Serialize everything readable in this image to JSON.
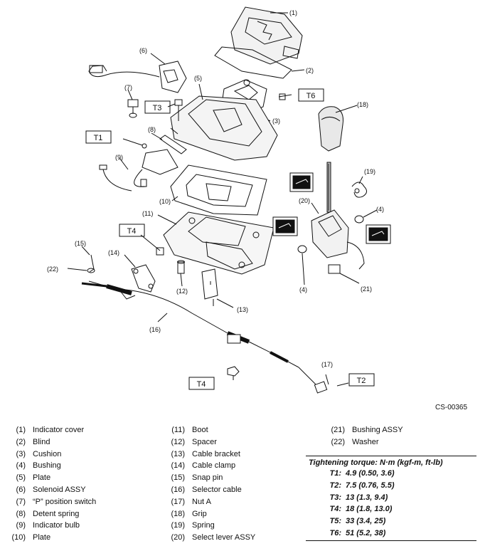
{
  "diagram": {
    "code": "CS-00365",
    "callouts": {
      "c1": "(1)",
      "c2": "(2)",
      "c3": "(3)",
      "c4a": "(4)",
      "c4b": "(4)",
      "c5": "(5)",
      "c6": "(6)",
      "c7": "(7)",
      "c8": "(8)",
      "c9": "(9)",
      "c10": "(10)",
      "c11": "(11)",
      "c12": "(12)",
      "c13": "(13)",
      "c14": "(14)",
      "c15": "(15)",
      "c16": "(16)",
      "c17": "(17)",
      "c18": "(18)",
      "c19": "(19)",
      "c20": "(20)",
      "c21": "(21)",
      "c22": "(22)"
    },
    "torque_tags": {
      "t1": "T1",
      "t2": "T2",
      "t3": "T3",
      "t4a": "T4",
      "t4b": "T4",
      "t6": "T6"
    }
  },
  "legend": {
    "col1": [
      {
        "num": "(1)",
        "name": "Indicator cover"
      },
      {
        "num": "(2)",
        "name": "Blind"
      },
      {
        "num": "(3)",
        "name": "Cushion"
      },
      {
        "num": "(4)",
        "name": "Bushing"
      },
      {
        "num": "(5)",
        "name": "Plate"
      },
      {
        "num": "(6)",
        "name": "Solenoid ASSY"
      },
      {
        "num": "(7)",
        "name": "“P” position switch"
      },
      {
        "num": "(8)",
        "name": "Detent spring"
      },
      {
        "num": "(9)",
        "name": "Indicator bulb"
      },
      {
        "num": "(10)",
        "name": "Plate"
      }
    ],
    "col2": [
      {
        "num": "(11)",
        "name": "Boot"
      },
      {
        "num": "(12)",
        "name": "Spacer"
      },
      {
        "num": "(13)",
        "name": "Cable bracket"
      },
      {
        "num": "(14)",
        "name": "Cable clamp"
      },
      {
        "num": "(15)",
        "name": "Snap pin"
      },
      {
        "num": "(16)",
        "name": "Selector cable"
      },
      {
        "num": "(17)",
        "name": "Nut A"
      },
      {
        "num": "(18)",
        "name": "Grip"
      },
      {
        "num": "(19)",
        "name": "Spring"
      },
      {
        "num": "(20)",
        "name": "Select lever ASSY"
      }
    ],
    "col3": [
      {
        "num": "(21)",
        "name": "Bushing ASSY"
      },
      {
        "num": "(22)",
        "name": "Washer"
      }
    ]
  },
  "torque": {
    "title": "Tightening torque: N·m (kgf-m, ft-lb)",
    "rows": [
      {
        "key": "T1:",
        "value": "4.9 (0.50, 3.6)"
      },
      {
        "key": "T2:",
        "value": "7.5 (0.76, 5.5)"
      },
      {
        "key": "T3:",
        "value": "13 (1.3, 9.4)"
      },
      {
        "key": "T4:",
        "value": "18 (1.8, 13.0)"
      },
      {
        "key": "T5:",
        "value": "33 (3.4, 25)"
      },
      {
        "key": "T6:",
        "value": "51 (5.2, 38)"
      }
    ]
  }
}
